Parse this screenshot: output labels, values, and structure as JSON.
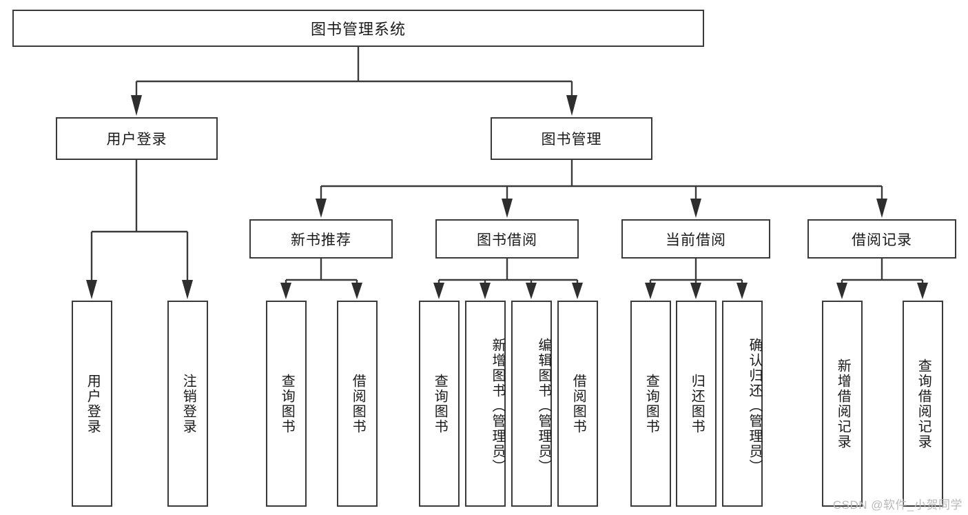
{
  "diagram": {
    "type": "tree-hierarchy",
    "title": "图书管理系统",
    "root": {
      "label": "图书管理系统"
    },
    "level2": [
      {
        "id": "user-login",
        "label": "用户登录"
      },
      {
        "id": "book-management",
        "label": "图书管理"
      }
    ],
    "level3": [
      {
        "id": "new-book-recommend",
        "label": "新书推荐",
        "parent": "book-management"
      },
      {
        "id": "book-borrow",
        "label": "图书借阅",
        "parent": "book-management"
      },
      {
        "id": "current-borrow",
        "label": "当前借阅",
        "parent": "book-management"
      },
      {
        "id": "borrow-record",
        "label": "借阅记录",
        "parent": "book-management"
      }
    ],
    "leaves": [
      {
        "id": "leaf-user-login",
        "label": "用户登录",
        "parent": "user-login"
      },
      {
        "id": "leaf-logout-login",
        "label": "注销登录",
        "parent": "user-login"
      },
      {
        "id": "leaf-query-book-1",
        "label": "查询图书",
        "parent": "new-book-recommend"
      },
      {
        "id": "leaf-borrow-book-1",
        "label": "借阅图书",
        "parent": "new-book-recommend"
      },
      {
        "id": "leaf-query-book-2",
        "label": "查询图书",
        "parent": "book-borrow"
      },
      {
        "id": "leaf-add-book",
        "label": "新增图书（管理员）",
        "parent": "book-borrow"
      },
      {
        "id": "leaf-edit-book",
        "label": "编辑图书（管理员）",
        "parent": "book-borrow"
      },
      {
        "id": "leaf-borrow-book-2",
        "label": "借阅图书",
        "parent": "book-borrow"
      },
      {
        "id": "leaf-query-book-3",
        "label": "查询图书",
        "parent": "current-borrow"
      },
      {
        "id": "leaf-return-book",
        "label": "归还图书",
        "parent": "current-borrow"
      },
      {
        "id": "leaf-confirm-return",
        "label": "确认归还（管理员）",
        "parent": "current-borrow"
      },
      {
        "id": "leaf-add-record",
        "label": "新增借阅记录",
        "parent": "borrow-record"
      },
      {
        "id": "leaf-query-record",
        "label": "查询借阅记录",
        "parent": "borrow-record"
      }
    ],
    "colors": {
      "box_border": "#3a3a3a",
      "box_fill": "#ffffff",
      "connector": "#3a3a3a",
      "text": "#1a1a1a",
      "watermark": "#b9b9b9"
    }
  },
  "watermark": {
    "text": "CSDN @软件_小贺同学"
  }
}
